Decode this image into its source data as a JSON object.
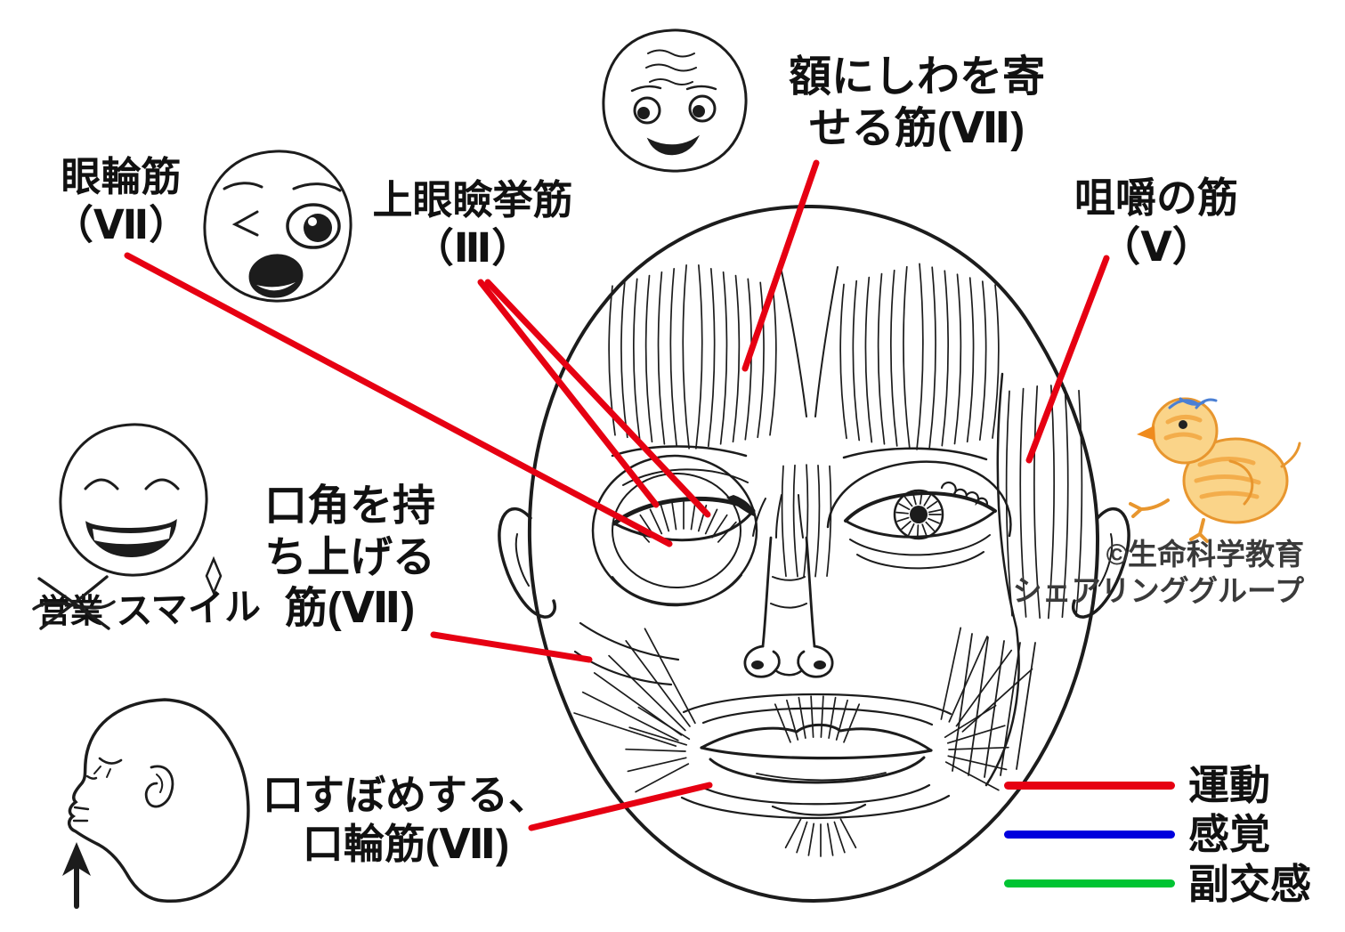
{
  "labels": {
    "ganrinkin": {
      "line1": "眼輪筋",
      "line2": "（Ⅶ）"
    },
    "jogankenkyokin": {
      "line1": "上眼瞼挙筋",
      "line2": "（Ⅲ）"
    },
    "hitai_shiwa": {
      "line1": "額にしわを寄",
      "line2": "せる筋(Ⅶ)"
    },
    "soshaku": {
      "line1": "咀嚼の筋",
      "line2": "（Ⅴ）"
    },
    "kokaku": {
      "line1": "口角を持",
      "line2": "ち上げる",
      "line3": "筋(Ⅶ)"
    },
    "kuchisubome": {
      "line1": "口すぼめする、",
      "line2": "口輪筋(Ⅶ)"
    },
    "smile": {
      "strikethrough": "営業",
      "text": "スマイル"
    },
    "copyright": {
      "line1": "©生命科学教育",
      "line2": "シェアリンググループ"
    }
  },
  "legend": {
    "items": [
      {
        "id": "motor",
        "label": "運動",
        "color": "#e60012"
      },
      {
        "id": "sensory",
        "label": "感覚",
        "color": "#0000dd"
      },
      {
        "id": "parasympathetic",
        "label": "副交感",
        "color": "#00c433"
      }
    ]
  },
  "colors": {
    "annotation": "#e60012",
    "ink": "#1c1c1c"
  }
}
